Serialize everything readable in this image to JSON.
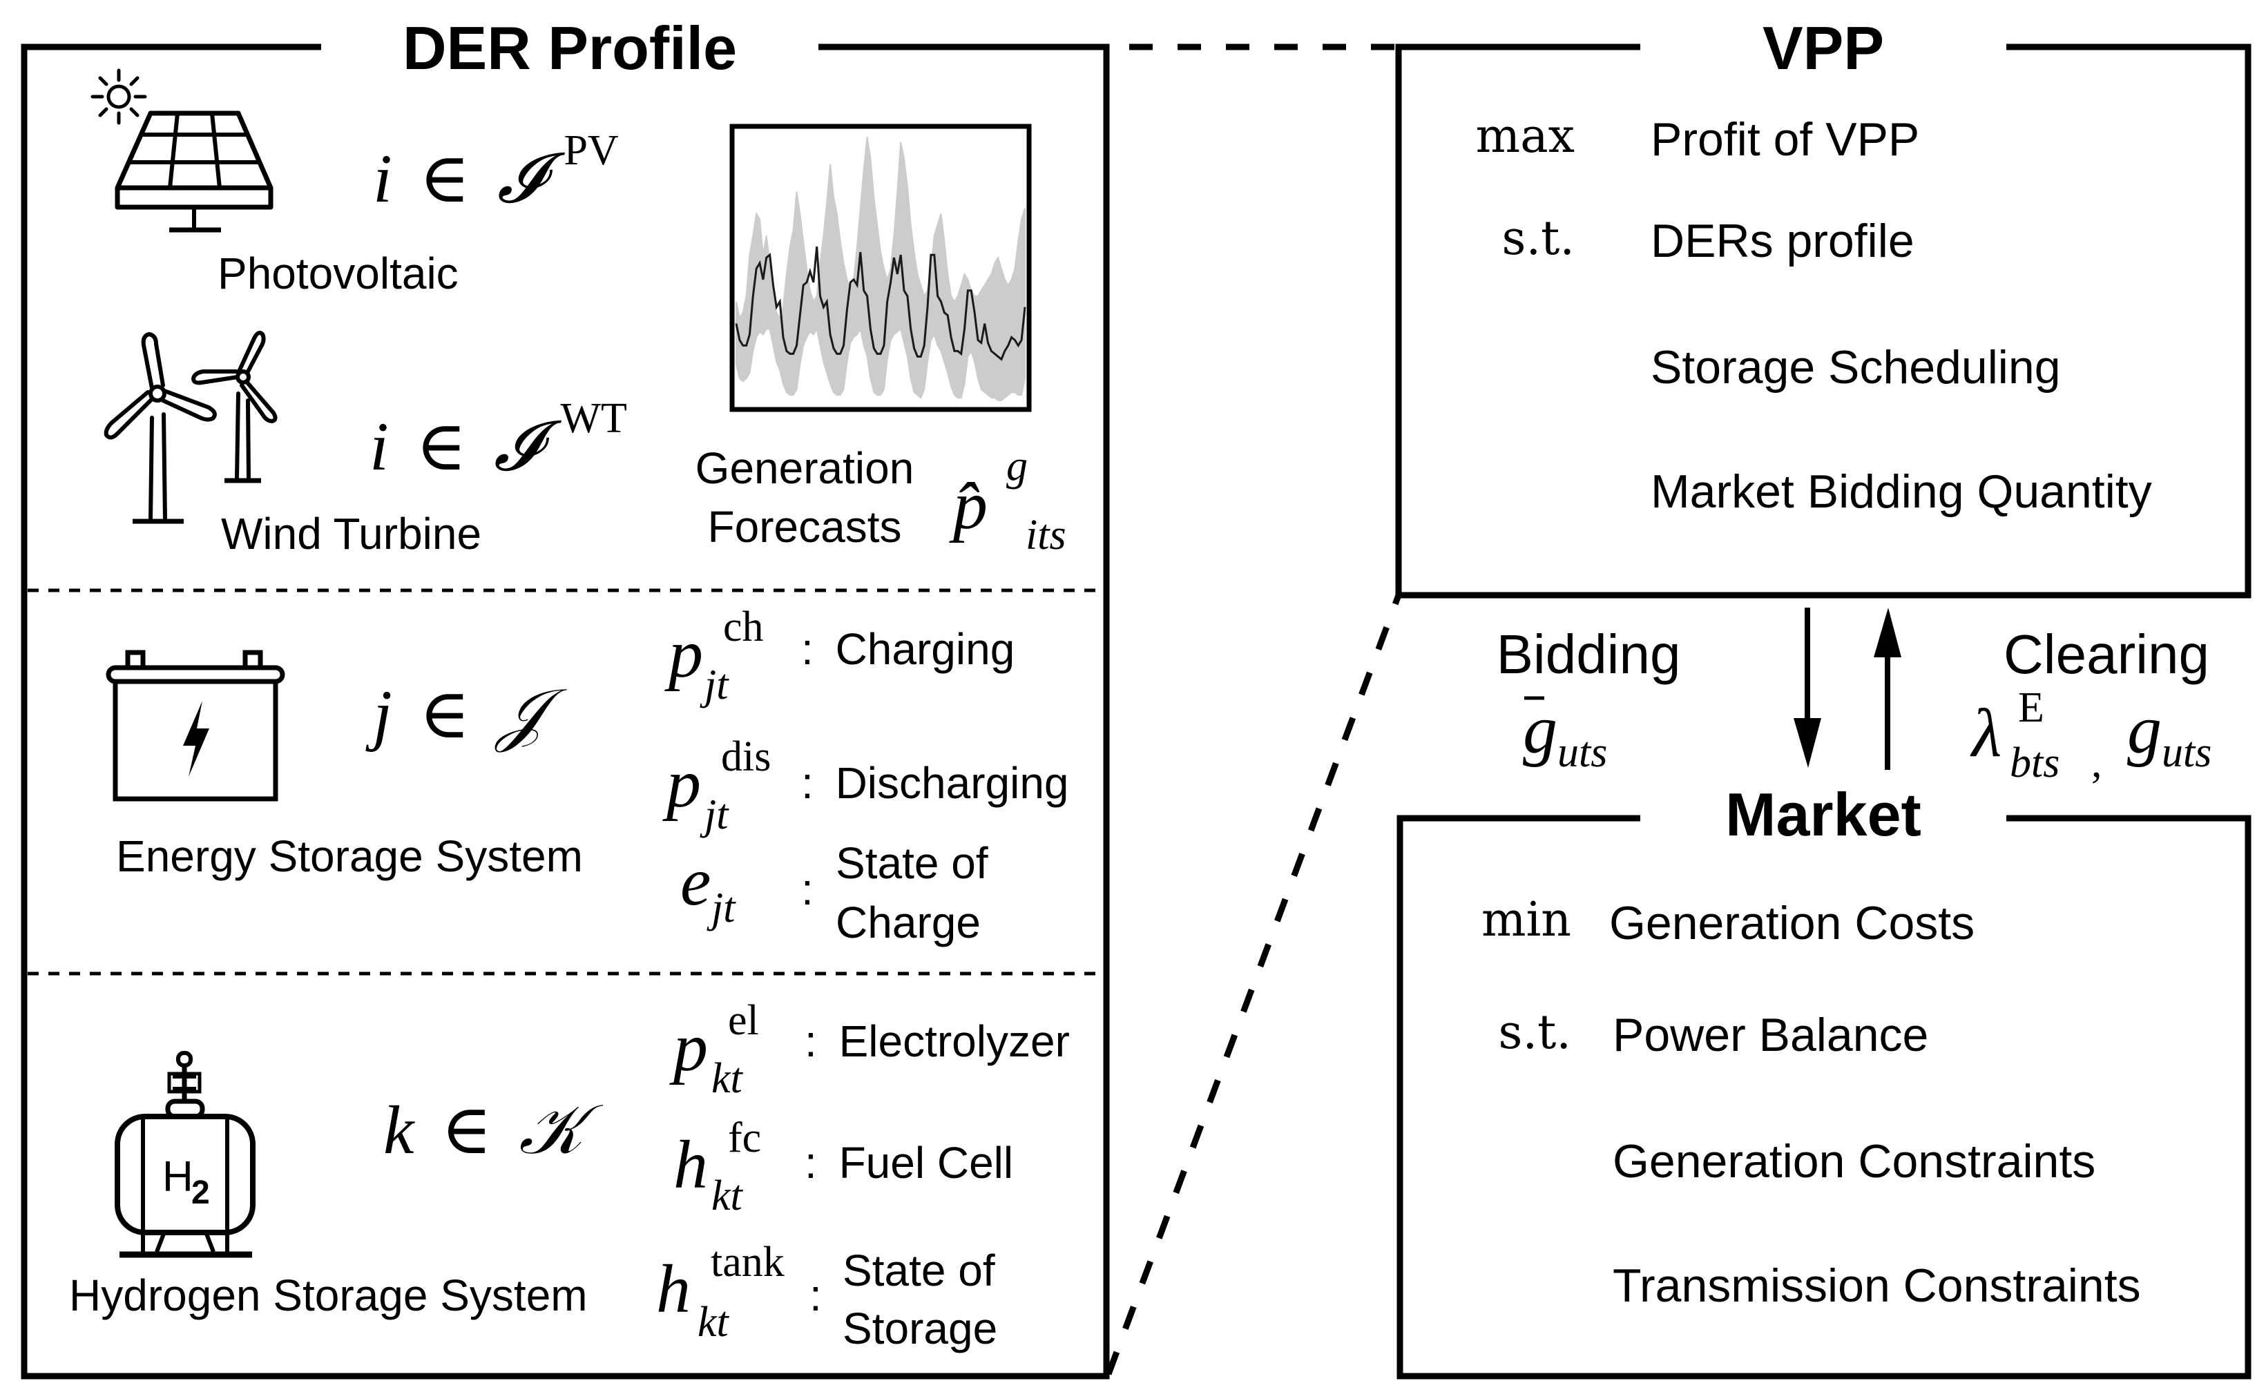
{
  "der_profile": {
    "title": "DER Profile",
    "pv": {
      "icon": "solar-panel-icon",
      "label": "Photovoltaic",
      "set_index": "i",
      "set_symbol": "∈",
      "set_name": "𝓘",
      "set_superscript": "PV"
    },
    "wt": {
      "icon": "wind-turbine-icon",
      "label": "Wind Turbine",
      "set_index": "i",
      "set_symbol": "∈",
      "set_name": "𝓘",
      "set_superscript": "WT"
    },
    "forecast": {
      "label_line1": "Generation",
      "label_line2": "Forecasts",
      "symbol": "p̂",
      "symbol_superscript": "g",
      "symbol_subscript": "its"
    },
    "ess": {
      "icon": "battery-icon",
      "label": "Energy Storage System",
      "set_index": "j",
      "set_symbol": "∈",
      "set_name": "𝒥",
      "variables": [
        {
          "symbol": "p",
          "superscript": "ch",
          "subscript": "jt",
          "separator": ":",
          "desc_line1": "Charging",
          "desc_line2": ""
        },
        {
          "symbol": "p",
          "superscript": "dis",
          "subscript": "jt",
          "separator": ":",
          "desc_line1": "Discharging",
          "desc_line2": ""
        },
        {
          "symbol": "e",
          "superscript": "",
          "subscript": "jt",
          "separator": ":",
          "desc_line1": "State of",
          "desc_line2": "Charge"
        }
      ]
    },
    "hss": {
      "icon": "hydrogen-tank-icon",
      "icon_text": "H",
      "icon_subscript": "2",
      "label": "Hydrogen Storage System",
      "set_index": "k",
      "set_symbol": "∈",
      "set_name": "𝒦",
      "variables": [
        {
          "symbol": "p",
          "superscript": "el",
          "subscript": "kt",
          "separator": ":",
          "desc_line1": "Electrolyzer",
          "desc_line2": ""
        },
        {
          "symbol": "h",
          "superscript": "fc",
          "subscript": "kt",
          "separator": ":",
          "desc_line1": "Fuel Cell",
          "desc_line2": ""
        },
        {
          "symbol": "h",
          "superscript": "tank",
          "subscript": "kt",
          "separator": ":",
          "desc_line1": "State of",
          "desc_line2": "Storage"
        }
      ]
    }
  },
  "vpp": {
    "title": "VPP",
    "objective_keyword": "max",
    "objective": "Profit of VPP",
    "constraint_keyword": "s.t.",
    "constraints": [
      "DERs profile",
      "Storage Scheduling",
      "Market Bidding Quantity"
    ]
  },
  "exchange": {
    "bidding_label": "Bidding",
    "bidding_symbol": "g",
    "bidding_subscript": "uts",
    "clearing_label": "Clearing",
    "clearing_symbol1": "λ",
    "clearing_symbol1_superscript": "E",
    "clearing_symbol1_subscript": "bts",
    "clearing_separator": ",",
    "clearing_symbol2": "g",
    "clearing_symbol2_subscript": "uts",
    "down_arrow": "arrow-down-icon",
    "up_arrow": "arrow-up-icon"
  },
  "market": {
    "title": "Market",
    "objective_keyword": "min",
    "objective": "Generation Costs",
    "constraint_keyword": "s.t.",
    "constraints": [
      "Power Balance",
      "Generation Constraints",
      "Transmission Constraints"
    ]
  },
  "chart_data": {
    "type": "line",
    "title": "",
    "xlabel": "",
    "ylabel": "",
    "description": "Generation forecast scenarios (grey ensemble) with one highlighted scenario (black), ~7 daily peaks",
    "series": [
      {
        "name": "highlighted-scenario",
        "color": "#1a1a1a",
        "values": [
          0.3,
          0.24,
          0.22,
          0.22,
          0.26,
          0.4,
          0.5,
          0.52,
          0.46,
          0.54,
          0.55,
          0.44,
          0.36,
          0.38,
          0.25,
          0.2,
          0.19,
          0.19,
          0.22,
          0.33,
          0.44,
          0.45,
          0.49,
          0.45,
          0.58,
          0.4,
          0.36,
          0.38,
          0.26,
          0.21,
          0.19,
          0.19,
          0.22,
          0.35,
          0.45,
          0.46,
          0.44,
          0.56,
          0.42,
          0.4,
          0.28,
          0.21,
          0.19,
          0.19,
          0.22,
          0.38,
          0.45,
          0.54,
          0.48,
          0.55,
          0.42,
          0.4,
          0.28,
          0.21,
          0.18,
          0.18,
          0.22,
          0.36,
          0.55,
          0.55,
          0.4,
          0.38,
          0.34,
          0.33,
          0.25,
          0.2,
          0.2,
          0.19,
          0.28,
          0.42,
          0.42,
          0.34,
          0.24,
          0.23,
          0.3,
          0.23,
          0.2,
          0.19,
          0.18,
          0.17,
          0.2,
          0.22,
          0.25,
          0.24,
          0.22,
          0.24,
          0.36
        ]
      }
    ],
    "ensemble": {
      "name": "forecast-scenarios",
      "color": "#cccccc",
      "lower": [
        0.15,
        0.1,
        0.09,
        0.1,
        0.12,
        0.2,
        0.25,
        0.27,
        0.26,
        0.28,
        0.28,
        0.22,
        0.16,
        0.13,
        0.08,
        0.05,
        0.04,
        0.04,
        0.06,
        0.15,
        0.22,
        0.25,
        0.27,
        0.26,
        0.28,
        0.22,
        0.16,
        0.12,
        0.08,
        0.05,
        0.04,
        0.04,
        0.06,
        0.16,
        0.23,
        0.25,
        0.26,
        0.28,
        0.22,
        0.18,
        0.1,
        0.05,
        0.04,
        0.04,
        0.06,
        0.17,
        0.24,
        0.26,
        0.27,
        0.28,
        0.23,
        0.18,
        0.1,
        0.05,
        0.04,
        0.03,
        0.06,
        0.16,
        0.24,
        0.26,
        0.22,
        0.2,
        0.16,
        0.12,
        0.07,
        0.04,
        0.03,
        0.03,
        0.08,
        0.18,
        0.2,
        0.16,
        0.1,
        0.06,
        0.05,
        0.04,
        0.03,
        0.03,
        0.02,
        0.02,
        0.03,
        0.04,
        0.05,
        0.05,
        0.04,
        0.04,
        0.1
      ],
      "upper": [
        0.38,
        0.32,
        0.34,
        0.4,
        0.55,
        0.62,
        0.7,
        0.68,
        0.55,
        0.62,
        0.52,
        0.4,
        0.34,
        0.32,
        0.36,
        0.48,
        0.58,
        0.64,
        0.78,
        0.7,
        0.6,
        0.5,
        0.42,
        0.38,
        0.4,
        0.52,
        0.62,
        0.74,
        0.88,
        0.76,
        0.7,
        0.6,
        0.52,
        0.46,
        0.42,
        0.46,
        0.58,
        0.72,
        0.86,
        0.98,
        0.9,
        0.76,
        0.66,
        0.56,
        0.5,
        0.46,
        0.5,
        0.62,
        0.78,
        0.96,
        0.9,
        0.8,
        0.66,
        0.56,
        0.48,
        0.44,
        0.4,
        0.42,
        0.5,
        0.62,
        0.66,
        0.7,
        0.6,
        0.48,
        0.4,
        0.38,
        0.4,
        0.44,
        0.48,
        0.46,
        0.42,
        0.4,
        0.4,
        0.42,
        0.44,
        0.46,
        0.48,
        0.52,
        0.54,
        0.5,
        0.46,
        0.44,
        0.46,
        0.5,
        0.6,
        0.68,
        0.72
      ]
    },
    "ylim": [
      0,
      1
    ],
    "grid": false,
    "legend": "none"
  }
}
